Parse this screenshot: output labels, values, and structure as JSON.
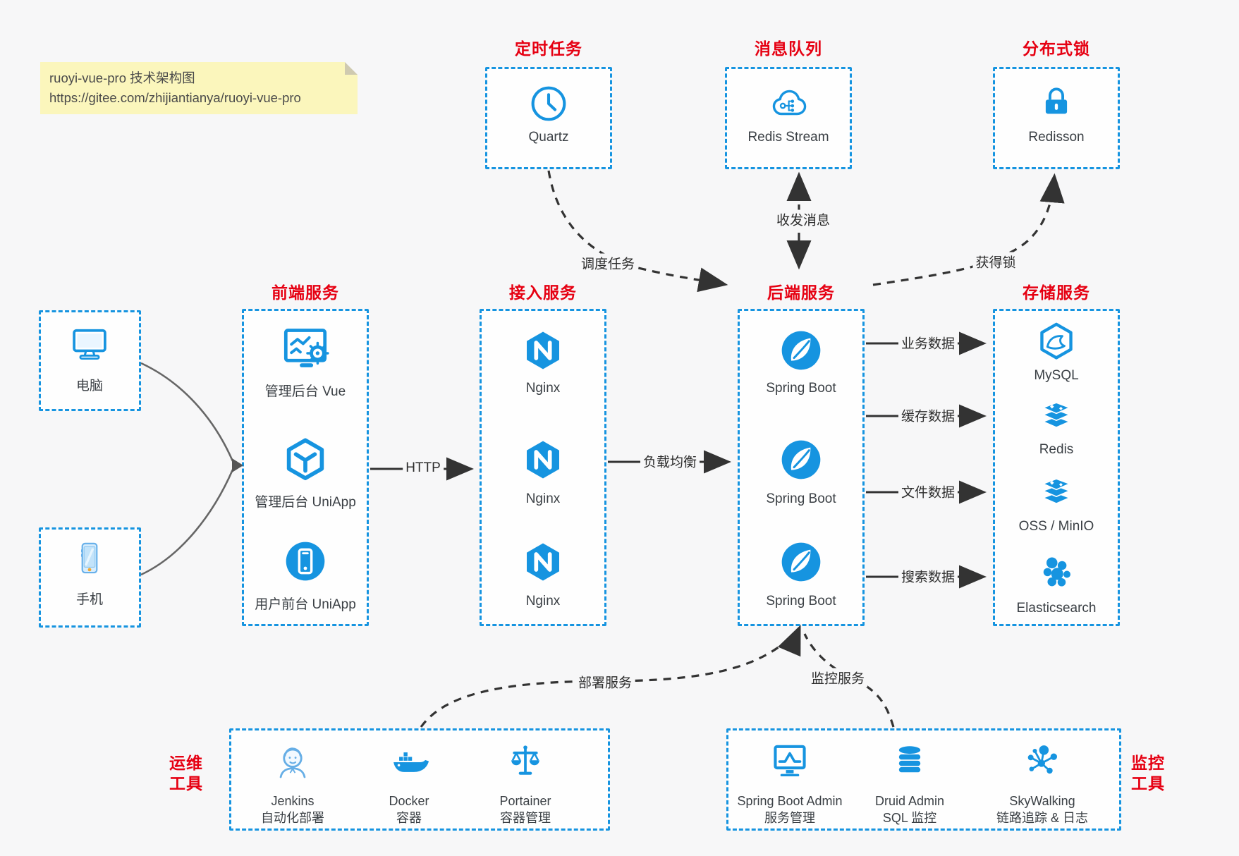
{
  "note": {
    "line1": "ruoyi-vue-pro 技术架构图",
    "line2": "https://gitee.com/zhijiantianya/ruoyi-vue-pro"
  },
  "top_groups": [
    {
      "title": "定时任务",
      "item": {
        "label": "Quartz",
        "icon": "clock-icon"
      }
    },
    {
      "title": "消息队列",
      "item": {
        "label": "Redis Stream",
        "icon": "cloud-stream-icon"
      }
    },
    {
      "title": "分布式锁",
      "item": {
        "label": "Redisson",
        "icon": "lock-icon"
      }
    }
  ],
  "clients": [
    {
      "label": "电脑",
      "icon": "desktop-icon"
    },
    {
      "label": "手机",
      "icon": "phone-icon"
    }
  ],
  "columns": [
    {
      "title": "前端服务",
      "items": [
        {
          "label": "管理后台 Vue",
          "icon": "admin-vue-icon"
        },
        {
          "label": "管理后台 UniApp",
          "icon": "uniapp-cube-icon"
        },
        {
          "label": "用户前台 UniApp",
          "icon": "user-app-icon"
        }
      ]
    },
    {
      "title": "接入服务",
      "items": [
        {
          "label": "Nginx",
          "icon": "nginx-icon"
        },
        {
          "label": "Nginx",
          "icon": "nginx-icon"
        },
        {
          "label": "Nginx",
          "icon": "nginx-icon"
        }
      ]
    },
    {
      "title": "后端服务",
      "items": [
        {
          "label": "Spring Boot",
          "icon": "spring-icon"
        },
        {
          "label": "Spring Boot",
          "icon": "spring-icon"
        },
        {
          "label": "Spring Boot",
          "icon": "spring-icon"
        }
      ]
    },
    {
      "title": "存储服务",
      "items": [
        {
          "label": "MySQL",
          "icon": "mysql-icon"
        },
        {
          "label": "Redis",
          "icon": "redis-stack-icon"
        },
        {
          "label": "OSS / MinIO",
          "icon": "redis-stack-icon"
        },
        {
          "label": "Elasticsearch",
          "icon": "elasticsearch-icon"
        }
      ]
    }
  ],
  "bottom_groups": [
    {
      "title_line1": "运维",
      "title_line2": "工具",
      "items": [
        {
          "name": "Jenkins",
          "desc": "自动化部署",
          "icon": "jenkins-icon"
        },
        {
          "name": "Docker",
          "desc": "容器",
          "icon": "docker-whale-icon"
        },
        {
          "name": "Portainer",
          "desc": "容器管理",
          "icon": "scales-icon"
        }
      ]
    },
    {
      "title_line1": "监控",
      "title_line2": "工具",
      "items": [
        {
          "name": "Spring Boot Admin",
          "desc": "服务管理",
          "icon": "monitor-chart-icon"
        },
        {
          "name": "Druid Admin",
          "desc": "SQL 监控",
          "icon": "database-icon"
        },
        {
          "name": "SkyWalking",
          "desc": "链路追踪 & 日志",
          "icon": "network-nodes-icon"
        }
      ]
    }
  ],
  "edge_labels": {
    "http": "HTTP",
    "load_balance": "负载均衡",
    "schedule": "调度任务",
    "mq": "收发消息",
    "lock": "获得锁",
    "business_data": "业务数据",
    "cache_data": "缓存数据",
    "file_data": "文件数据",
    "search_data": "搜索数据",
    "deploy": "部署服务",
    "monitor": "监控服务"
  },
  "colors": {
    "accent_blue": "#1694e0",
    "title_red": "#e60012",
    "note_bg": "#fbf6bc",
    "arrow_dark": "#333333",
    "arrow_gray": "#666666",
    "page_bg": "#f7f7f8"
  }
}
